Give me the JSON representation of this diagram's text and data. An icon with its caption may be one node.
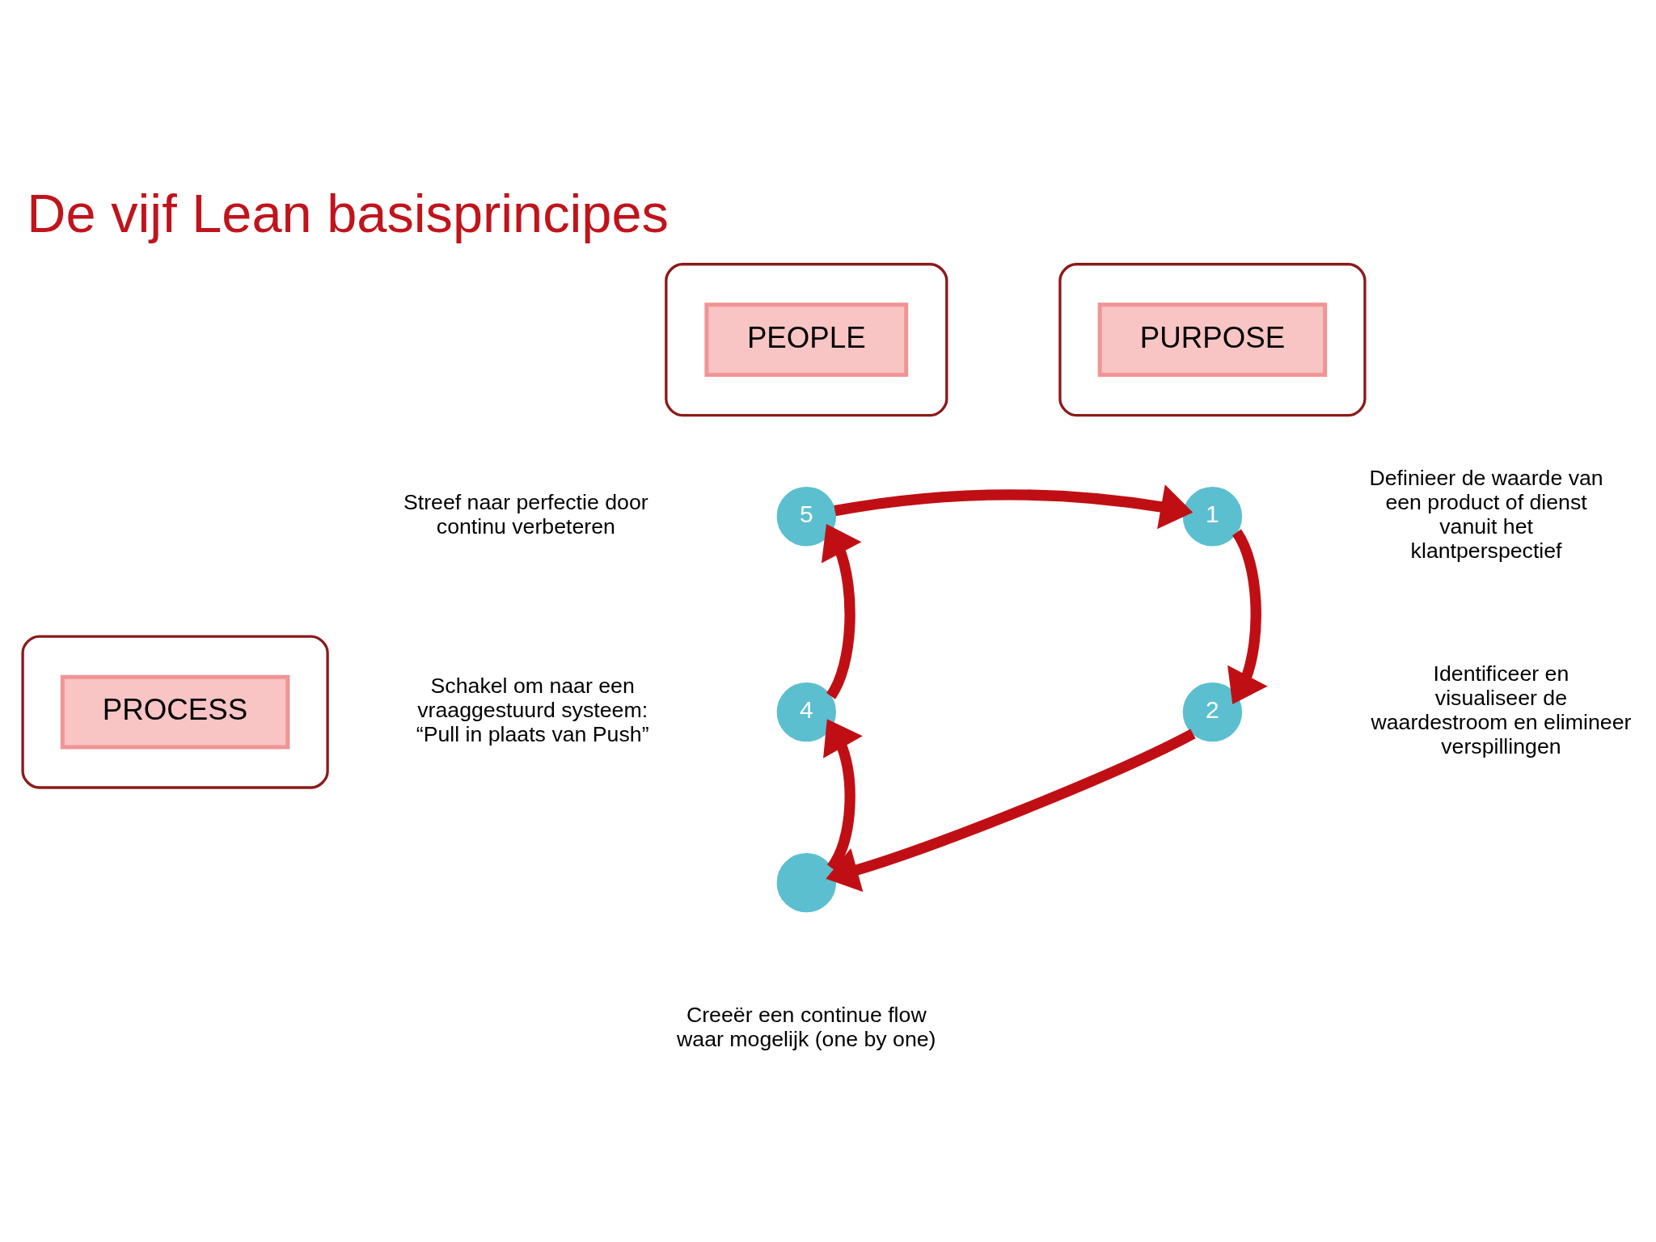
{
  "diagram": {
    "title": "De vijf Lean basisprincipes",
    "nodes": [
      {
        "text": [],
        "shape": "ellipse"
      },
      {
        "text": [
          "PURPOSE"
        ],
        "in": 0
      },
      {
        "text": [],
        "shape": "ellipse"
      },
      {
        "text": [
          "PEOPLE"
        ],
        "in": 2
      },
      {
        "text": [],
        "shape": "ellipse"
      },
      {
        "text": [
          "PROCESS"
        ],
        "in": 4
      },
      {
        "text": [
          "1"
        ]
      },
      {
        "text": [
          "2"
        ]
      },
      {
        "text": [],
        "shape": "circle"
      },
      {
        "text": [
          "4"
        ]
      },
      {
        "text": [
          "5"
        ]
      }
    ],
    "edges": [
      {
        "from": 10,
        "to": 6,
        "arrow": "to"
      },
      {
        "from": 6,
        "to": 7,
        "arrow": "to"
      },
      {
        "from": 7,
        "to": 8,
        "arrow": "to"
      },
      {
        "from": 8,
        "to": 9,
        "arrow": "to"
      },
      {
        "from": 9,
        "to": 10,
        "arrow": "to"
      }
    ],
    "labels": [
      "Definieer de waarde van een product of dienst vanuit het klantperspectief",
      "Streef naar perfectie door continu verbeteren",
      "Identificeer en visualiseer de waardestroom en elimineer verspillingen",
      "Schakel om naar een vraaggestuurd systeem: “Pull in plaats van Push”",
      "Creeër een continue flow waar mogelijk (one by one)"
    ]
  }
}
